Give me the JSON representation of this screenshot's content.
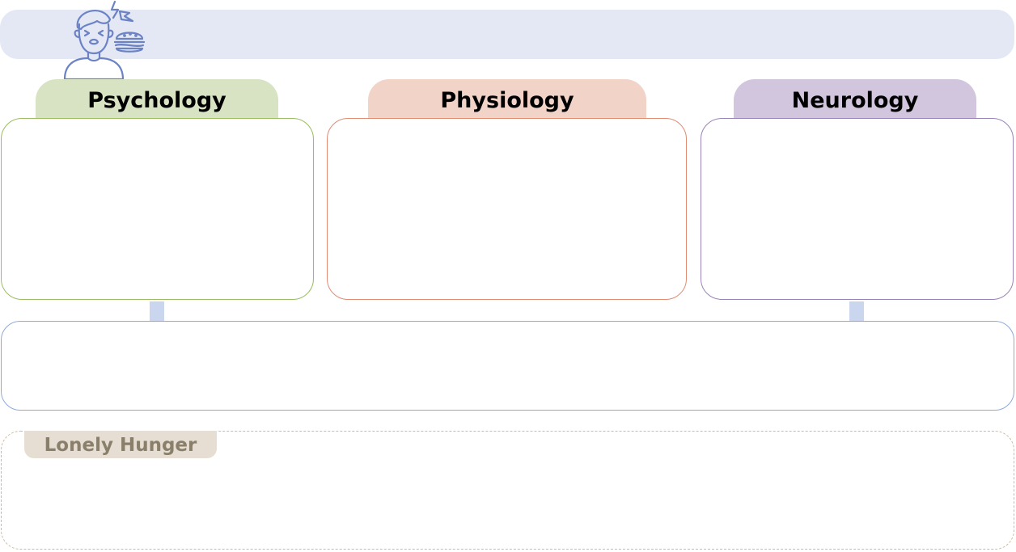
{
  "categories": [
    {
      "key": "psychology",
      "label": "Psychology",
      "color": "#9bbd63",
      "tab_color": "#d8e3c3"
    },
    {
      "key": "physiology",
      "label": "Physiology",
      "color": "#e08b72",
      "tab_color": "#f1d3c8"
    },
    {
      "key": "neurology",
      "label": "Neurology",
      "color": "#9a83b8",
      "tab_color": "#d1c6de"
    }
  ],
  "note": {
    "label": "Lonely Hunger"
  },
  "icons": {
    "header": "stressed-person-with-burger-icon"
  },
  "colors": {
    "title_bar": "#e4e8f4",
    "summary_border": "#8faad6",
    "connector": "#c9d6ee",
    "note_border": "#c9bca6"
  }
}
